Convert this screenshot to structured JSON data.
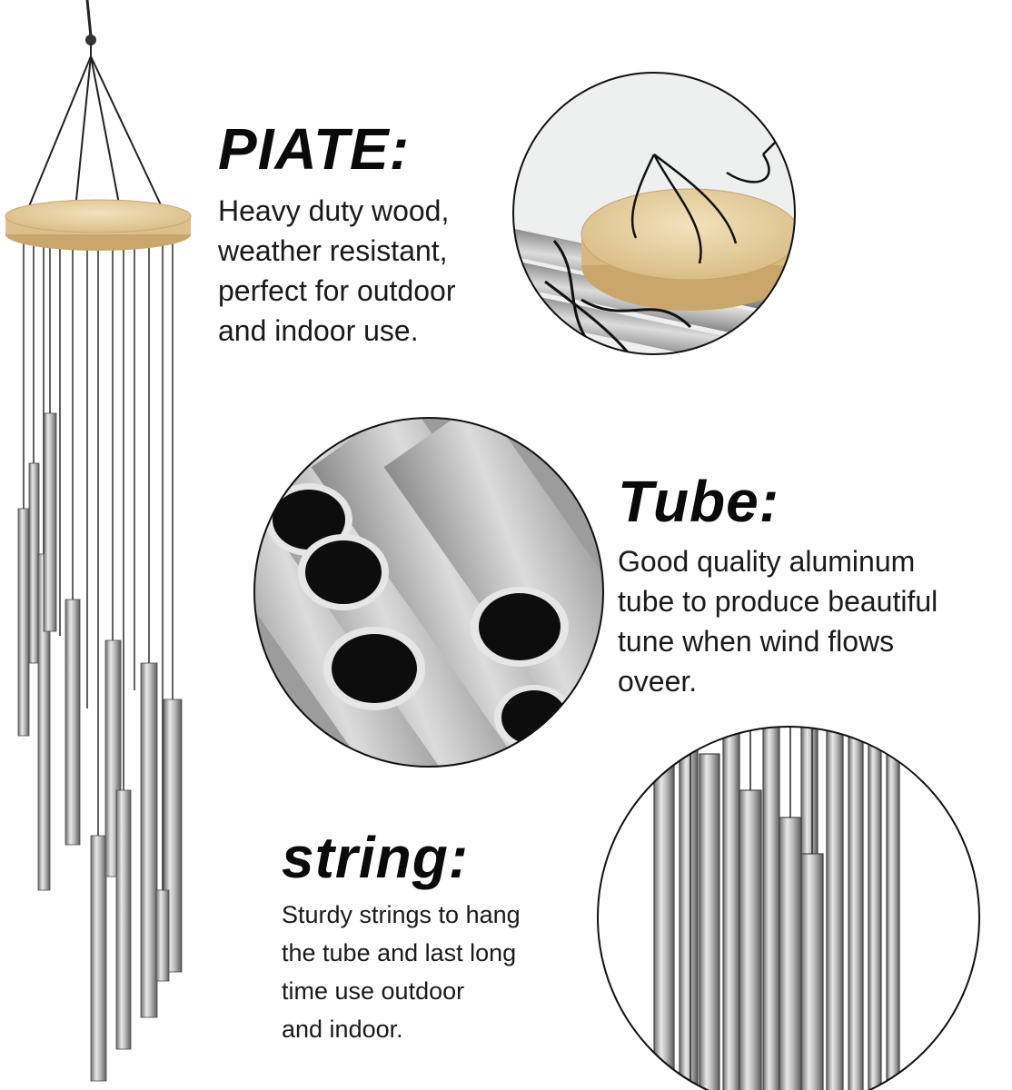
{
  "sections": [
    {
      "heading": "PIATE:",
      "lines": [
        "Heavy duty wood,",
        "weather resistant,",
        "perfect for outdoor",
        "and indoor use."
      ]
    },
    {
      "heading": "Tube:",
      "lines": [
        "Good quality aluminum",
        "tube to produce beautiful",
        "tune when wind flows",
        "oveer."
      ]
    },
    {
      "heading": "string:",
      "lines": [
        "Sturdy strings to hang",
        "the tube and last long",
        "time use outdoor",
        "and indoor."
      ]
    }
  ],
  "icons": {
    "product": "wind-chime-icon",
    "plate_closeup": "wooden-plate-closeup-icon",
    "tube_closeup": "aluminum-tube-closeup-icon",
    "string_closeup": "hanging-string-closeup-icon"
  },
  "colors": {
    "wood": "#e9d3a6",
    "aluminum": "#b9b9b9",
    "string": "#111111",
    "text": "#111111"
  }
}
